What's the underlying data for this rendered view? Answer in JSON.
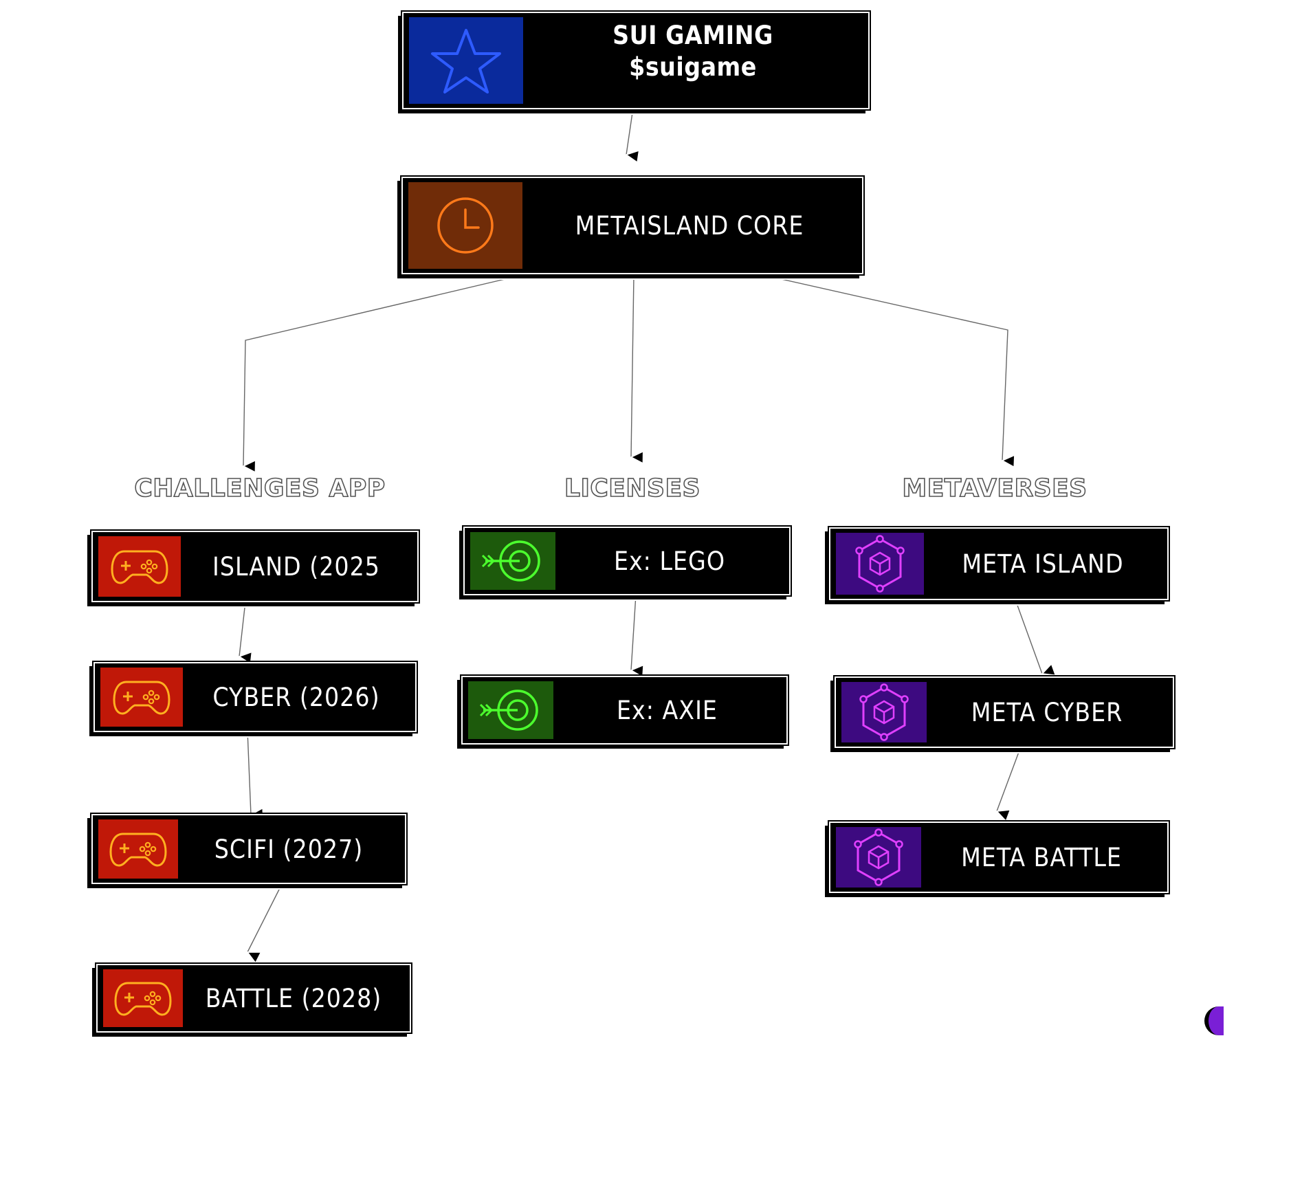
{
  "root": {
    "title": "SUI GAMING",
    "subtitle": "$suigame",
    "icon": "star-icon",
    "color": "#0a2a9c",
    "icon_color": "#2e5bff"
  },
  "core": {
    "title": "METAISLAND CORE",
    "icon": "clock-icon",
    "color": "#702c08",
    "icon_color": "#ff7a1a"
  },
  "branches": [
    {
      "title": "CHALLENGES APP",
      "icon": "gamepad-icon",
      "color": "#c01808",
      "icon_color": "#ffb020",
      "items": [
        "ISLAND (2025",
        "CYBER (2026)",
        "SCIFI (2027)",
        "BATTLE (2028)"
      ]
    },
    {
      "title": "LICENSES",
      "icon": "target-icon",
      "color": "#1d5a0c",
      "icon_color": "#4cff2e",
      "items": [
        "Ex: LEGO",
        "Ex: AXIE"
      ]
    },
    {
      "title": "METAVERSES",
      "icon": "cube-network-icon",
      "color": "#3d0a80",
      "icon_color": "#e040ff",
      "items": [
        "META ISLAND",
        "META CYBER",
        "META BATTLE"
      ]
    }
  ],
  "accent": "#7a1fd6"
}
